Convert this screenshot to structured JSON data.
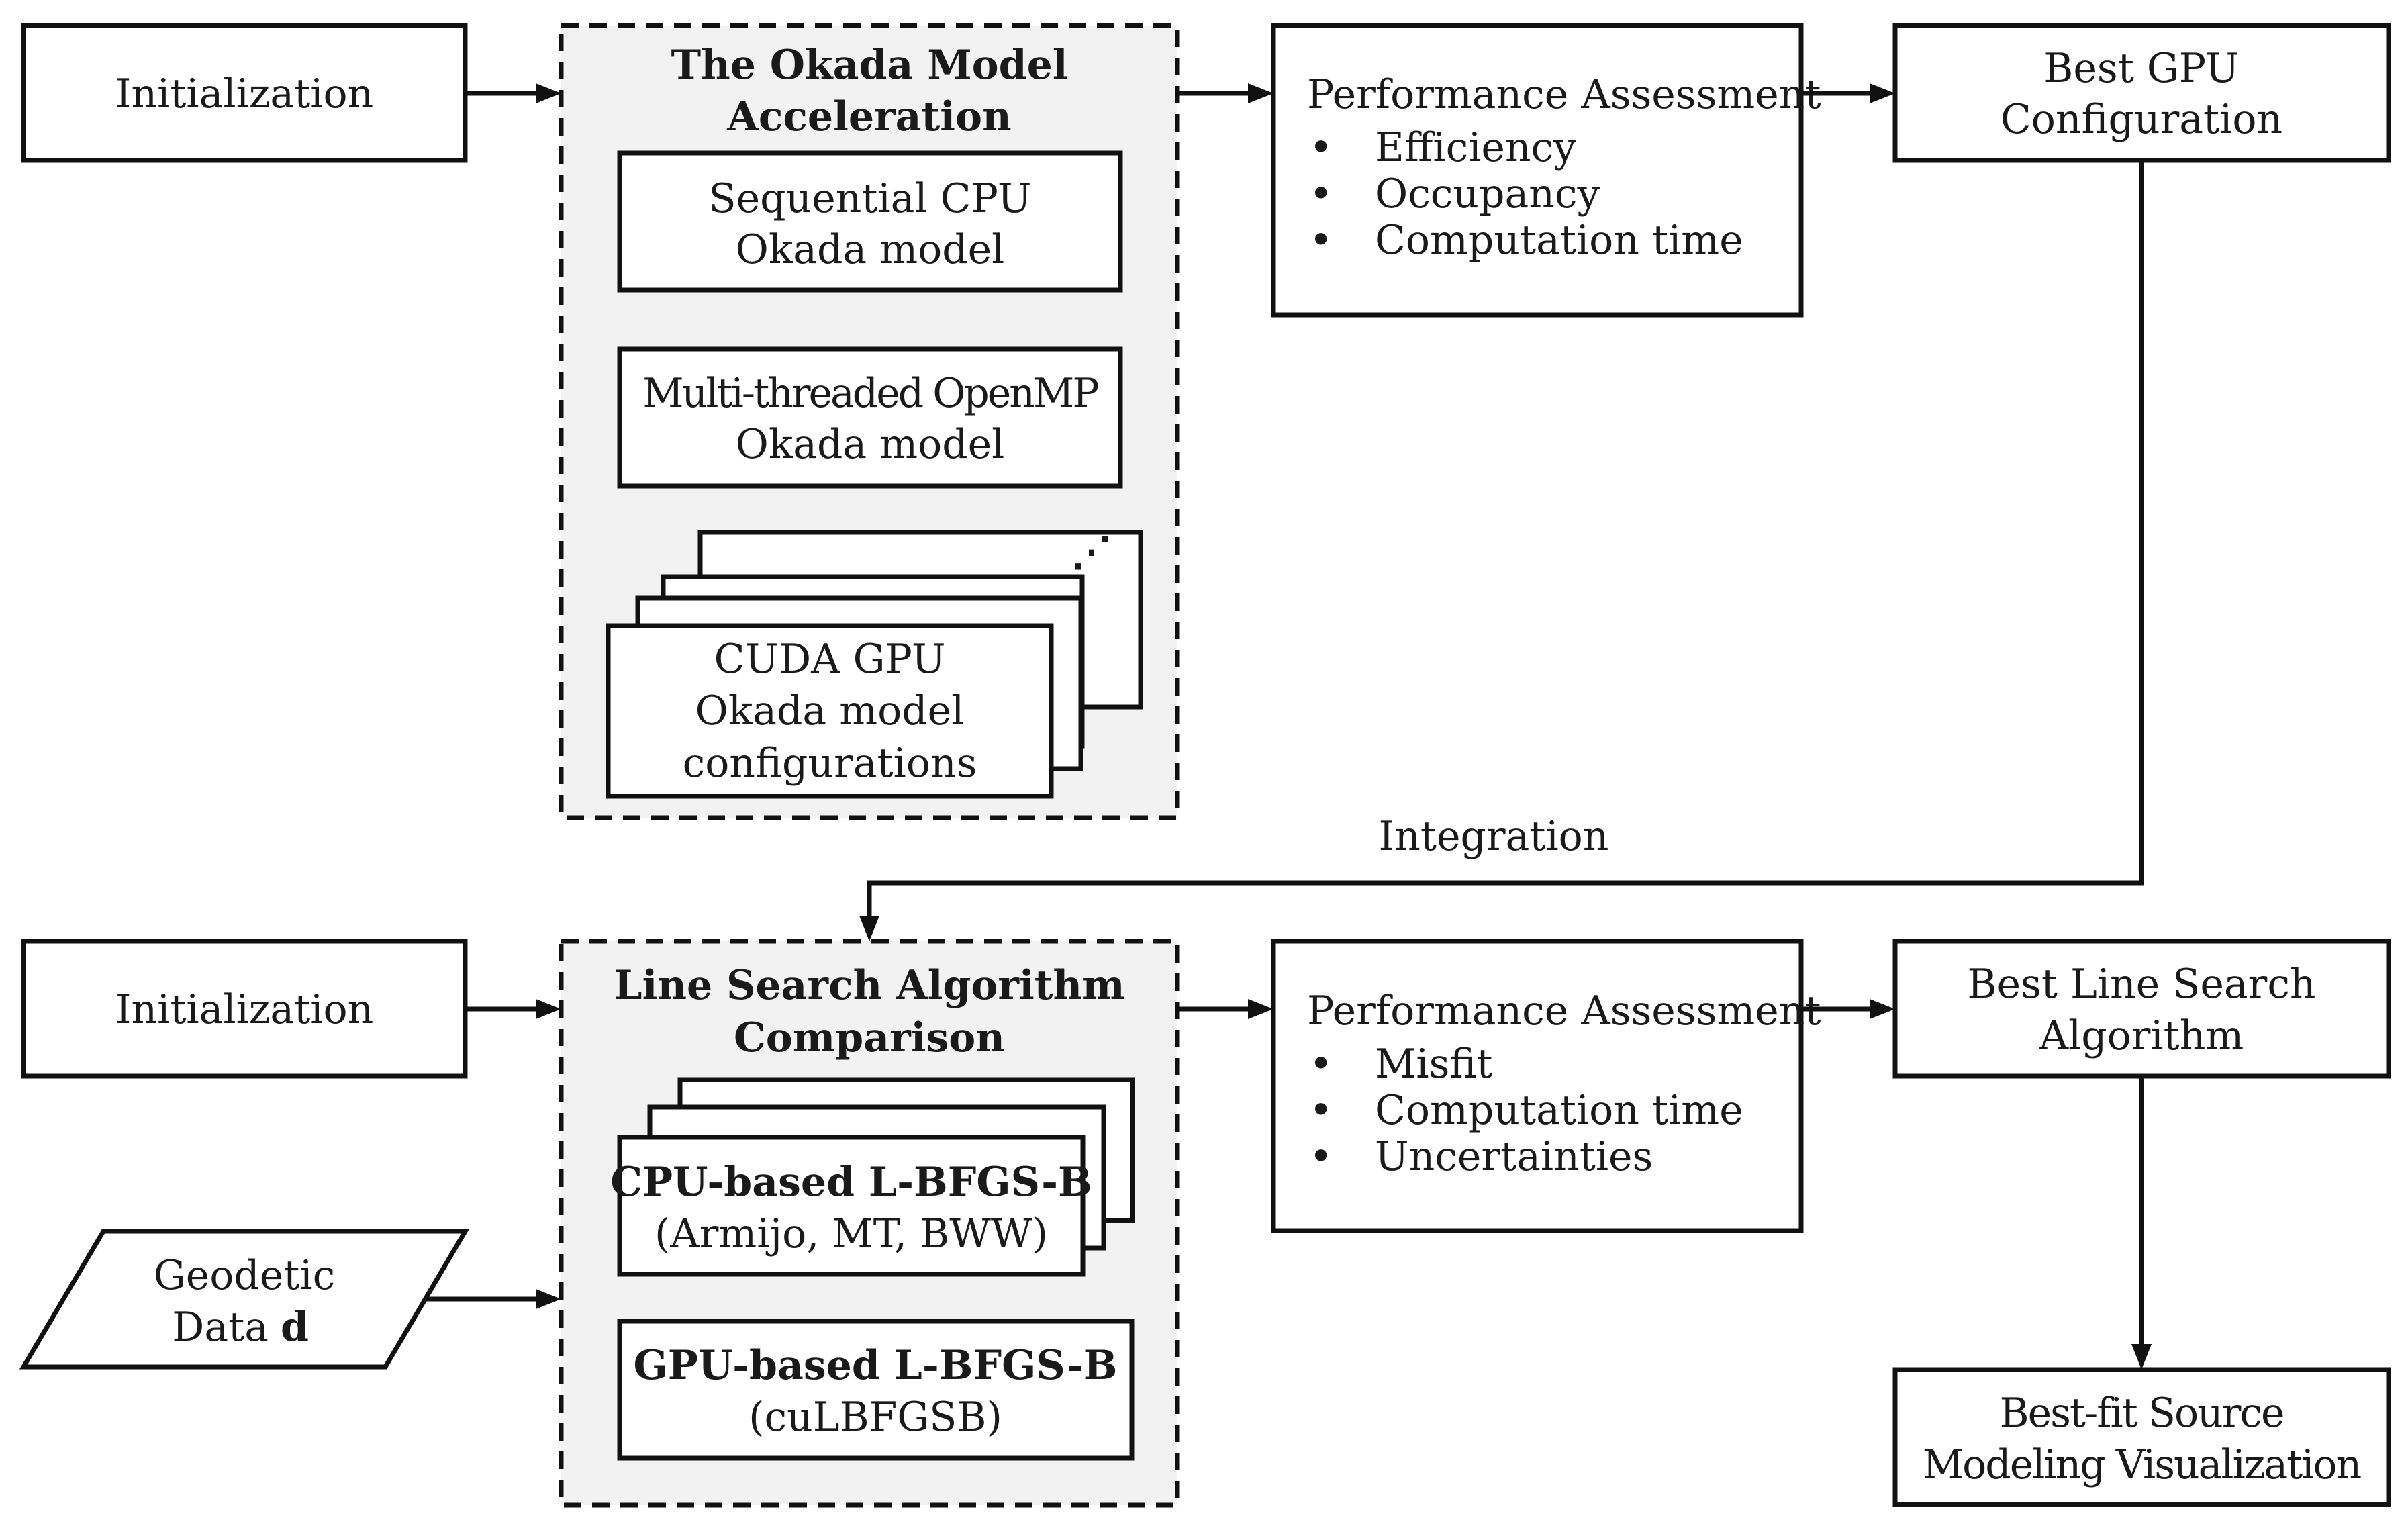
{
  "colors": {
    "cpu_blue": "#dae3f3",
    "openmp_peach": "#fbe5d6",
    "gpu_green": "#e2efda",
    "group_bg": "#f2f2f2",
    "stroke": "#111111"
  },
  "top": {
    "init_label": "Initialization",
    "group_title": [
      "The Okada Model",
      "Acceleration"
    ],
    "sequential_cpu": [
      "Sequential CPU",
      "Okada model"
    ],
    "openmp": [
      "Multi-threaded OpenMP",
      "Okada model"
    ],
    "cuda_gpu": [
      "CUDA GPU",
      "Okada model",
      "configurations"
    ],
    "cuda_more_symbol": "⋰",
    "perf_title": "Performance Assessment",
    "perf_items": [
      "Efficiency",
      "Occupancy",
      "Computation time"
    ],
    "best_gpu": [
      "Best GPU",
      "Configuration"
    ]
  },
  "integration_label": "Integration",
  "bottom": {
    "init_label": "Initialization",
    "group_title": [
      "Line Search Algorithm",
      "Comparison"
    ],
    "cpu_lbfgsb_title": "CPU-based L-BFGS-B",
    "cpu_lbfgsb_sub": "(Armijo, MT, BWW)",
    "gpu_lbfgsb_title": "GPU-based L-BFGS-B",
    "gpu_lbfgsb_sub": "(cuLBFGSB)",
    "geodetic_label": "Geodetic",
    "geodetic_data": "Data",
    "geodetic_symbol": "d",
    "perf_title": "Performance Assessment",
    "perf_items": [
      "Misfit",
      "Computation time",
      "Uncertainties"
    ],
    "best_line_search": [
      "Best Line Search",
      "Algorithm"
    ],
    "best_fit": [
      "Best-fit Source",
      "Modeling Visualization"
    ]
  },
  "bullet": "•"
}
